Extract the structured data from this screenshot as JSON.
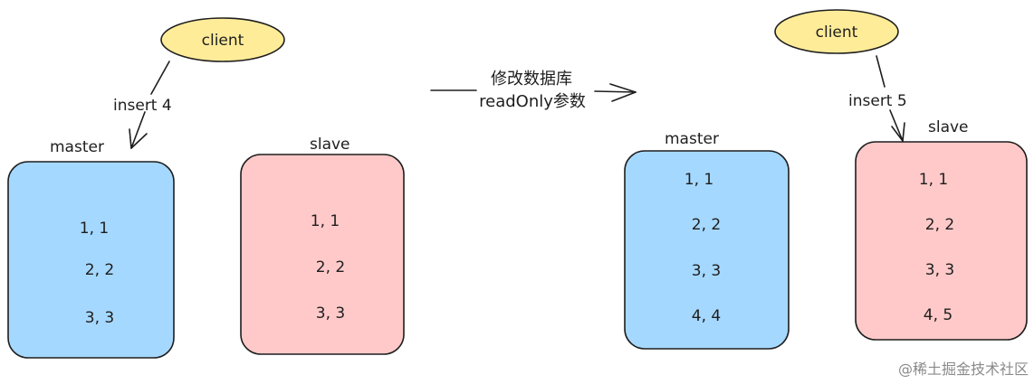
{
  "colors": {
    "blue_fill": "#a5d8ff",
    "red_fill": "#ffc9c9",
    "client_fill": "#ffec99",
    "stroke": "#1e1e1e"
  },
  "left": {
    "client_label": "client",
    "insert_label": "insert 4",
    "master": {
      "title": "master",
      "rows": [
        "1,  1",
        "2,  2",
        "3,  3"
      ]
    },
    "slave": {
      "title": "slave",
      "rows": [
        "1,  1",
        "2,  2",
        "3,  3"
      ]
    }
  },
  "middle": {
    "line1": "修改数据库",
    "line2": "readOnly参数"
  },
  "right": {
    "client_label": "client",
    "insert_label": "insert 5",
    "master": {
      "title": "master",
      "rows": [
        "1,  1",
        "2,  2",
        "3,  3",
        "4,  4"
      ]
    },
    "slave": {
      "title": "slave",
      "rows": [
        "1,  1",
        "2,  2",
        "3,  3",
        "4,  5"
      ]
    }
  },
  "watermark": "@稀土掘金技术社区"
}
